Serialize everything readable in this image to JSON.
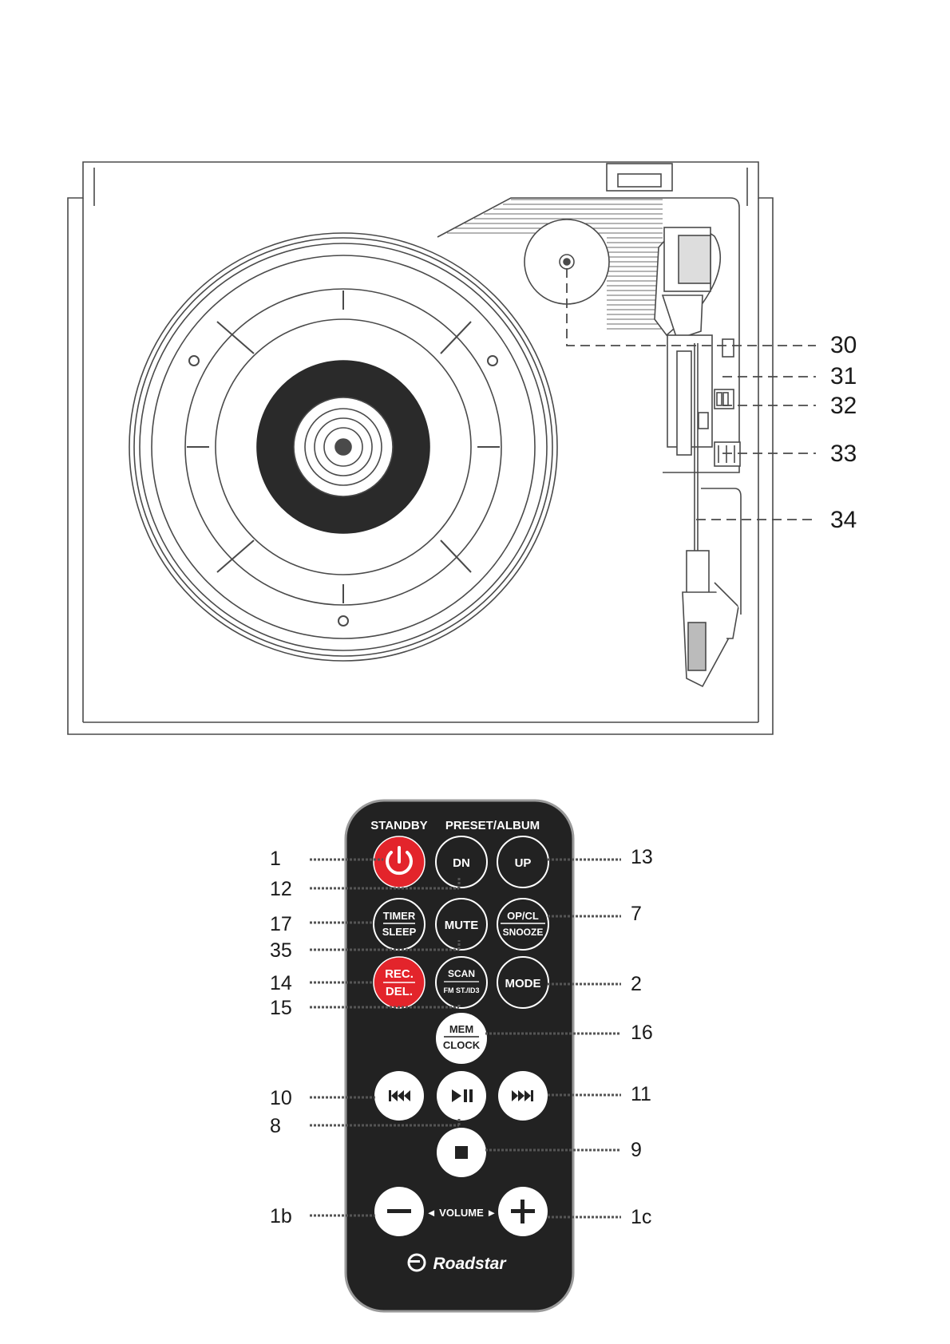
{
  "turntable": {
    "callouts": [
      "30",
      "31",
      "32",
      "33",
      "34"
    ]
  },
  "remote": {
    "header": {
      "standby": "STANDBY",
      "preset_album": "PRESET/ALBUM"
    },
    "buttons": {
      "dn": "DN",
      "up": "UP",
      "timer": "TIMER",
      "sleep": "SLEEP",
      "mute": "MUTE",
      "opcl": "OP/CL",
      "snooze": "SNOOZE",
      "rec": "REC.",
      "del": "DEL.",
      "scan": "SCAN",
      "fmst": "FM ST./ID3",
      "mode": "MODE",
      "mem": "MEM",
      "clock": "CLOCK",
      "volume": "◄ VOLUME ►"
    },
    "brand": "Roadstar",
    "callouts_left": [
      "1",
      "12",
      "17",
      "35",
      "14",
      "15",
      "10",
      "8",
      "1b"
    ],
    "callouts_right": [
      "13",
      "7",
      "2",
      "16",
      "11",
      "9",
      "1c"
    ]
  },
  "colors": {
    "line": "#4a4a4a",
    "remote_body": "#222222",
    "button_white": "#ffffff",
    "button_red": "#e3242b"
  }
}
